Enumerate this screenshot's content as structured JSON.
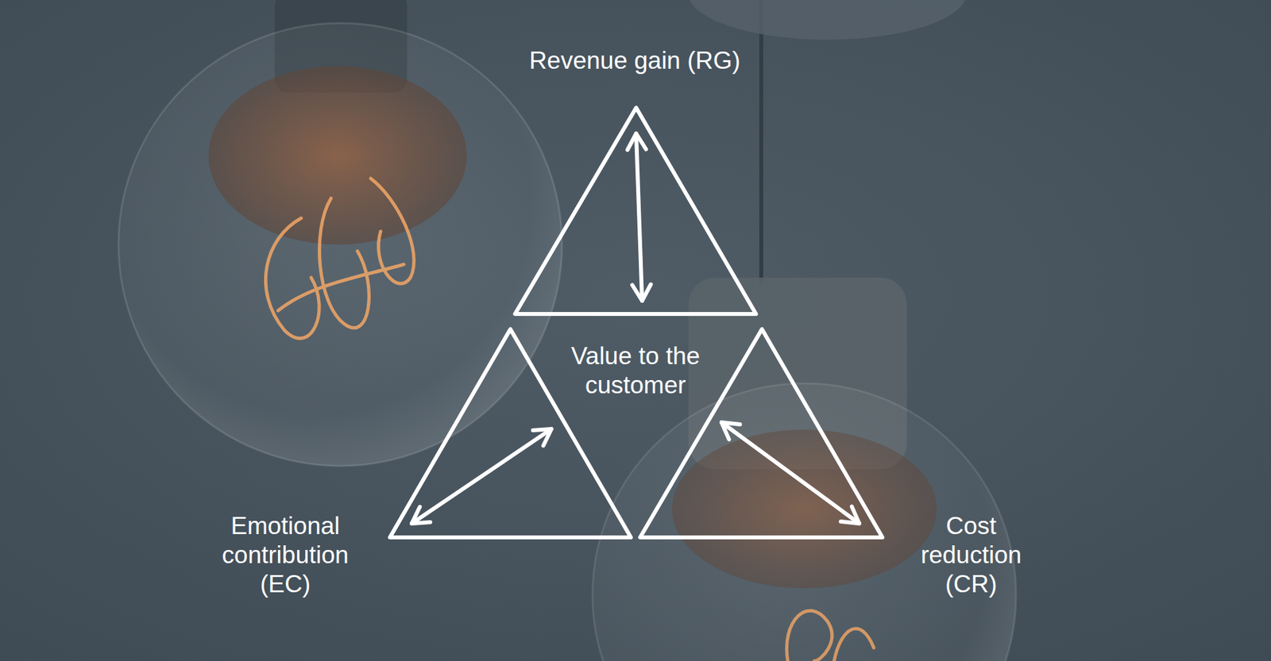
{
  "diagram": {
    "nodes": [
      {
        "text": [
          "Revenue gain (RG)"
        ]
      },
      {
        "text": [
          "Emotional contribution (EC)"
        ]
      },
      {
        "text": [
          "Cost reduction (CR)"
        ]
      }
    ],
    "labels": [
      "Value to the customer"
    ]
  }
}
